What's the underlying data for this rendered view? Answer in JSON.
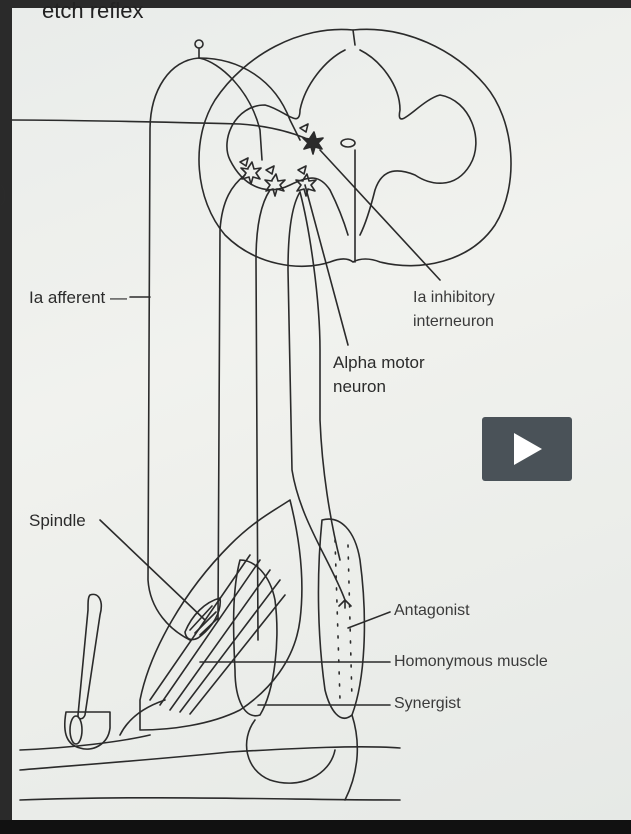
{
  "title_fragment": "etch reflex",
  "side_fragment": ")",
  "labels": {
    "ia_afferent": "Ia afferent —",
    "ia_inhibitory_line1": "Ia inhibitory",
    "ia_inhibitory_line2": "interneuron",
    "alpha_motor_line1": "Alpha motor",
    "alpha_motor_line2": "neuron",
    "spindle": "Spindle",
    "antagonist": "Antagonist",
    "homonymous_muscle": "Homonymous muscle",
    "synergist": "Synergist"
  },
  "controls": {
    "play_icon": "play-icon"
  },
  "colors": {
    "screen": "#eceeeb",
    "ink": "#2b2b2b",
    "play_button": "#4a5258",
    "play_glyph": "#ffffff"
  }
}
